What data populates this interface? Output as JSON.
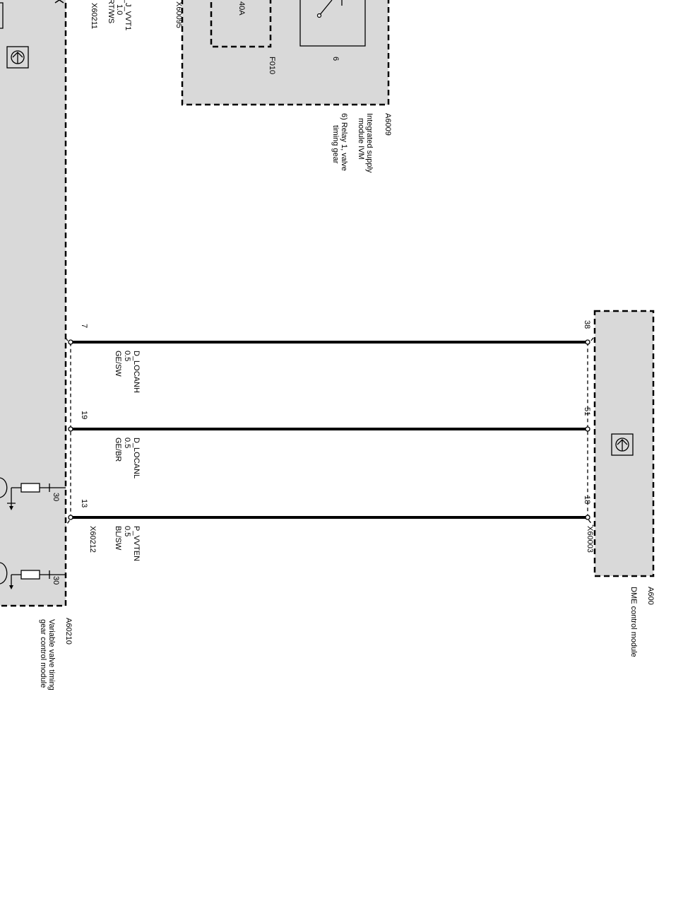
{
  "modules": {
    "vvt": {
      "id": "A60210",
      "name_line1": "Variable valve timing",
      "name_line2": "gear control module",
      "connector_top": "X60211",
      "connector_bottom": "X60212",
      "top_signal": {
        "name": "_J_VVT1",
        "size": "1.0",
        "color": "RT/WS"
      },
      "pin30a": "30",
      "pin30b": "30"
    },
    "ivm": {
      "id": "A6009",
      "line1": "Integrated supply",
      "line2": "module IVM",
      "line3": "6) Relay 1, valve",
      "line4": "timing gear",
      "connector": "X60095",
      "fuse_rating": "40A",
      "fuse_id": "F010",
      "relay_number": "6"
    },
    "dme": {
      "id": "A600",
      "name": "DME control module",
      "connector": "X60003"
    }
  },
  "wires": [
    {
      "name": "D_LOCANH",
      "size": "0.5",
      "color": "GE/SW",
      "dme_pin": "38",
      "vvt_pin": "7"
    },
    {
      "name": "D_LOCANL",
      "size": "0.5",
      "color": "GE/BR",
      "dme_pin": "51",
      "vvt_pin": "19"
    },
    {
      "name": "P_VVTEN",
      "size": "0.5",
      "color": "BL/SW",
      "dme_pin": "18",
      "vvt_pin": "13"
    }
  ]
}
